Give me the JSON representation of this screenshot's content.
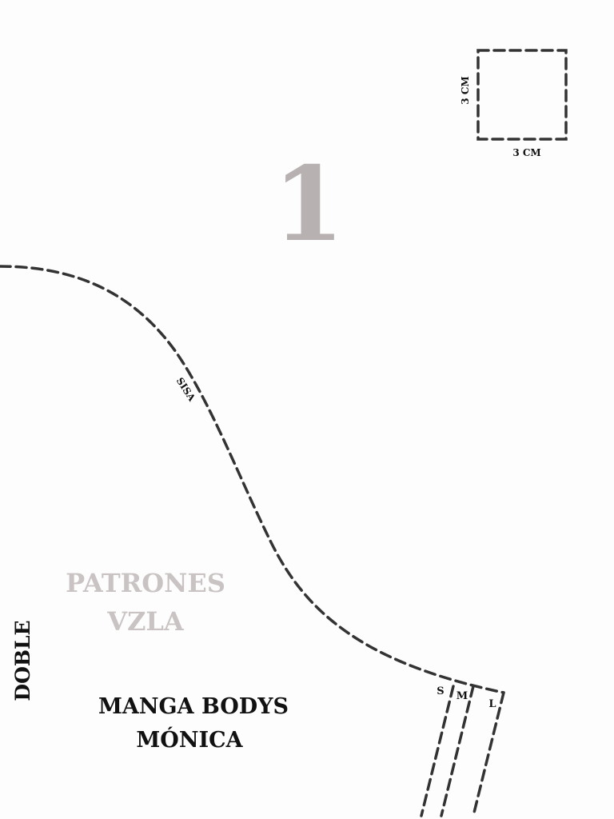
{
  "page_number": "1",
  "scale_square": {
    "width_label": "3 CM",
    "height_label": "3 CM"
  },
  "curve_label": "SISA",
  "watermark": {
    "line1": "PATRONES",
    "line2": "VZLA"
  },
  "fold_label": "DOBLE",
  "title": {
    "line1": "MANGA BODYS",
    "line2": "MÓNICA"
  },
  "sizes": [
    "S",
    "M",
    "L"
  ],
  "colors": {
    "ink": "#111111",
    "dash": "#333333",
    "page_number": "#b7b2b1",
    "watermark": "#c9c4c3",
    "background": "#fdfdfd"
  }
}
